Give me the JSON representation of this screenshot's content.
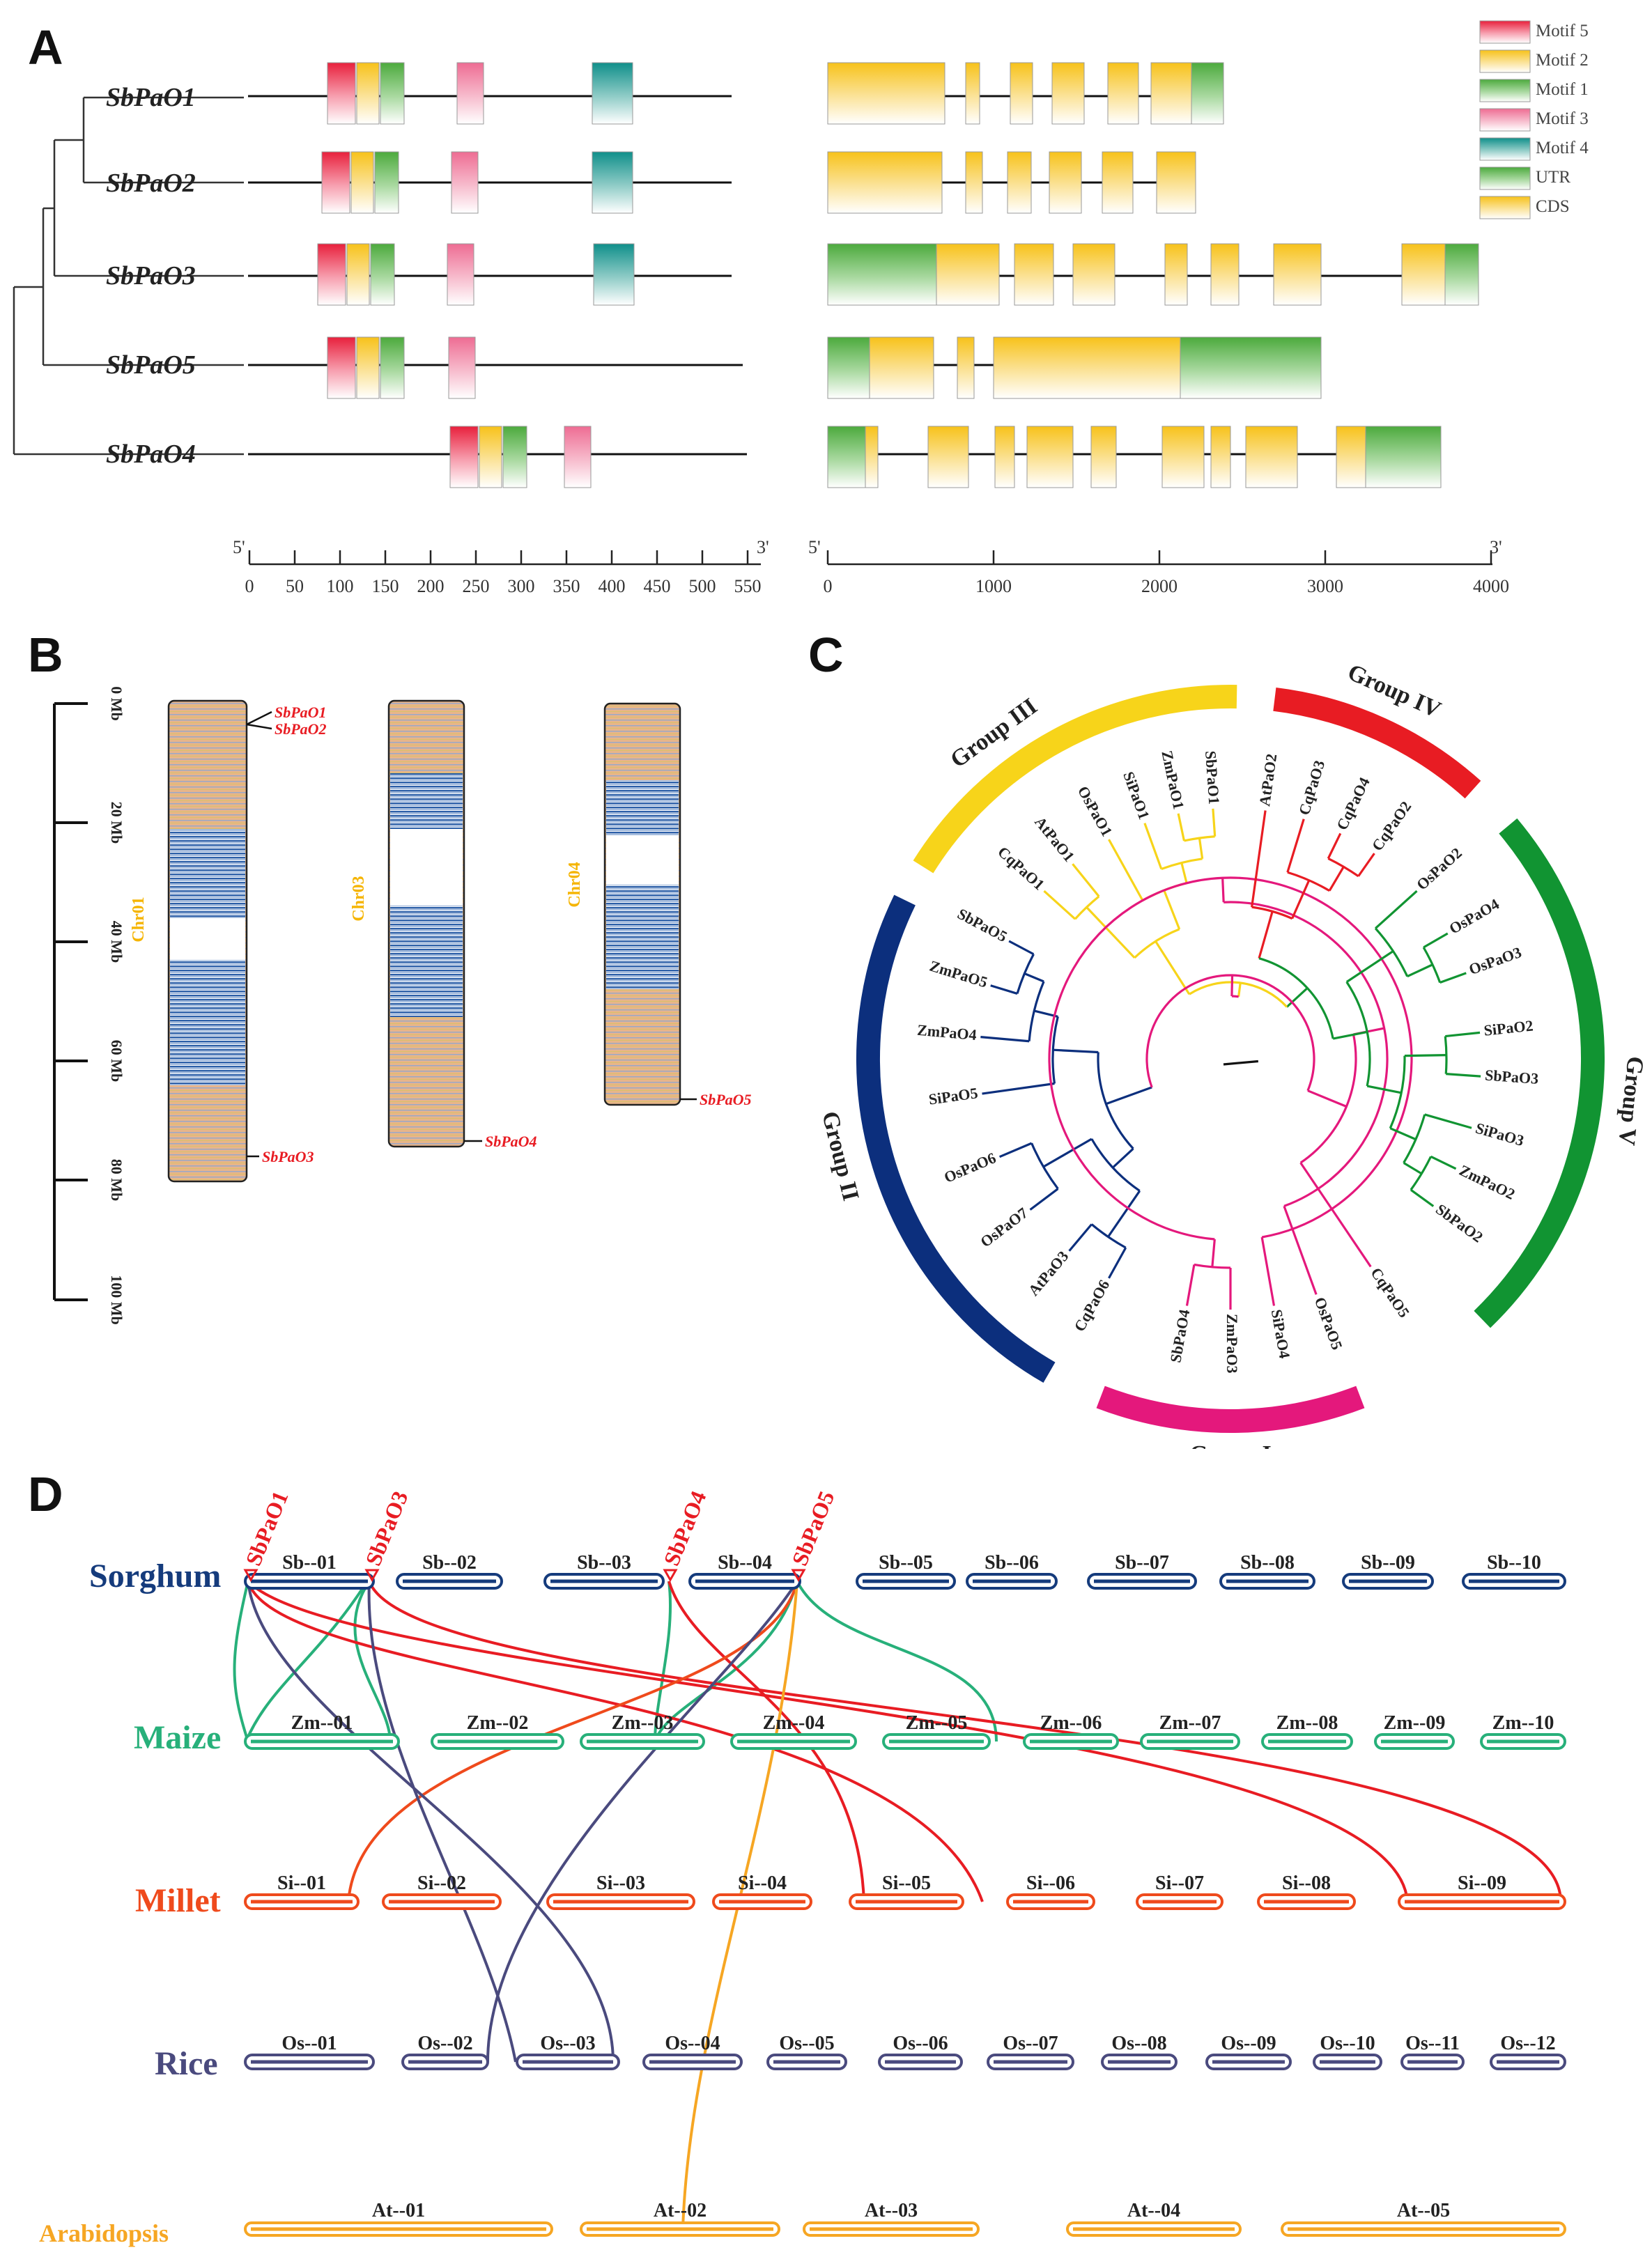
{
  "panels": {
    "a": "A",
    "b": "B",
    "c": "C",
    "d": "D"
  },
  "colors": {
    "motif5": "#e8203c",
    "motif2": "#f7c21a",
    "motif1": "#4caa3d",
    "motif3": "#ee6c93",
    "motif4": "#0f8f8a",
    "utr": "#4caa3d",
    "cds": "#f7c21a",
    "group1": "#e4187c",
    "group2": "#0c2f7d",
    "group3": "#f7d41a",
    "group4": "#e81c23",
    "group5": "#119432",
    "sorghum": "#153b7c",
    "maize": "#27b07a",
    "millet": "#ef4a1c",
    "rice": "#4a4a7e",
    "arabidopsis": "#f6a623",
    "gene_red": "#e81c23"
  },
  "panel_a": {
    "genes": [
      "SbPaO1",
      "SbPaO2",
      "SbPaO3",
      "SbPaO5",
      "SbPaO4"
    ],
    "legend": [
      {
        "label": "Motif 5",
        "color_key": "motif5"
      },
      {
        "label": "Motif 2",
        "color_key": "motif2"
      },
      {
        "label": "Motif 1",
        "color_key": "motif1"
      },
      {
        "label": "Motif 3",
        "color_key": "motif3"
      },
      {
        "label": "Motif 4",
        "color_key": "motif4"
      },
      {
        "label": "UTR",
        "color_key": "utr"
      },
      {
        "label": "CDS",
        "color_key": "cds"
      }
    ],
    "protein_scale": {
      "prime5": "5'",
      "prime3": "3'",
      "ticks": [
        "0",
        "50",
        "100",
        "150",
        "200",
        "250",
        "300",
        "350",
        "400",
        "450",
        "500",
        "550"
      ]
    },
    "gene_scale": {
      "prime5": "5'",
      "prime3": "3'",
      "ticks": [
        "0",
        "1000",
        "2000",
        "3000",
        "4000"
      ]
    }
  },
  "panel_b": {
    "axis_ticks": [
      "0 Mb",
      "20 Mb",
      "40 Mb",
      "60 Mb",
      "80 Mb",
      "100 Mb"
    ],
    "chromosomes": [
      "Chr01",
      "Chr03",
      "Chr04"
    ],
    "genes": [
      "SbPaO1",
      "SbPaO2",
      "SbPaO3",
      "SbPaO4",
      "SbPaO5"
    ]
  },
  "panel_c": {
    "groups": [
      "Group I",
      "Group II",
      "Group III",
      "Group IV",
      "Group V"
    ],
    "leaves": [
      "SbPaO1",
      "ZmPaO1",
      "SiPaO1",
      "OsPaO1",
      "AtPaO1",
      "CqPaO1",
      "SbPaO5",
      "ZmPaO5",
      "ZmPaO4",
      "SiPaO5",
      "OsPaO6",
      "OsPaO7",
      "AtPaO3",
      "CqPaO6",
      "SbPaO4",
      "ZmPaO3",
      "SiPaO4",
      "OsPaO5",
      "CqPaO5",
      "SbPaO2",
      "ZmPaO2",
      "SiPaO3",
      "SbPaO3",
      "SiPaO2",
      "OsPaO3",
      "OsPaO4",
      "OsPaO2",
      "CqPaO2",
      "CqPaO4",
      "CqPaO3",
      "AtPaO2"
    ]
  },
  "panel_d": {
    "species": [
      "Sorghum",
      "Maize",
      "Millet",
      "Rice",
      "Arabidopsis"
    ],
    "gene_markers": [
      "SbPaO1",
      "SbPaO3",
      "SbPaO4",
      "SbPaO5"
    ],
    "sorghum": [
      "Sb--01",
      "Sb--02",
      "Sb--03",
      "Sb--04",
      "Sb--05",
      "Sb--06",
      "Sb--07",
      "Sb--08",
      "Sb--09",
      "Sb--10"
    ],
    "maize": [
      "Zm--01",
      "Zm--02",
      "Zm--03",
      "Zm--04",
      "Zm--05",
      "Zm--06",
      "Zm--07",
      "Zm--08",
      "Zm--09",
      "Zm--10"
    ],
    "millet": [
      "Si--01",
      "Si--02",
      "Si--03",
      "Si--04",
      "Si--05",
      "Si--06",
      "Si--07",
      "Si--08",
      "Si--09"
    ],
    "rice": [
      "Os--01",
      "Os--02",
      "Os--03",
      "Os--04",
      "Os--05",
      "Os--06",
      "Os--07",
      "Os--08",
      "Os--09",
      "Os--10",
      "Os--11",
      "Os--12"
    ],
    "arabidopsis": [
      "At--01",
      "At--02",
      "At--03",
      "At--04",
      "At--05"
    ]
  }
}
